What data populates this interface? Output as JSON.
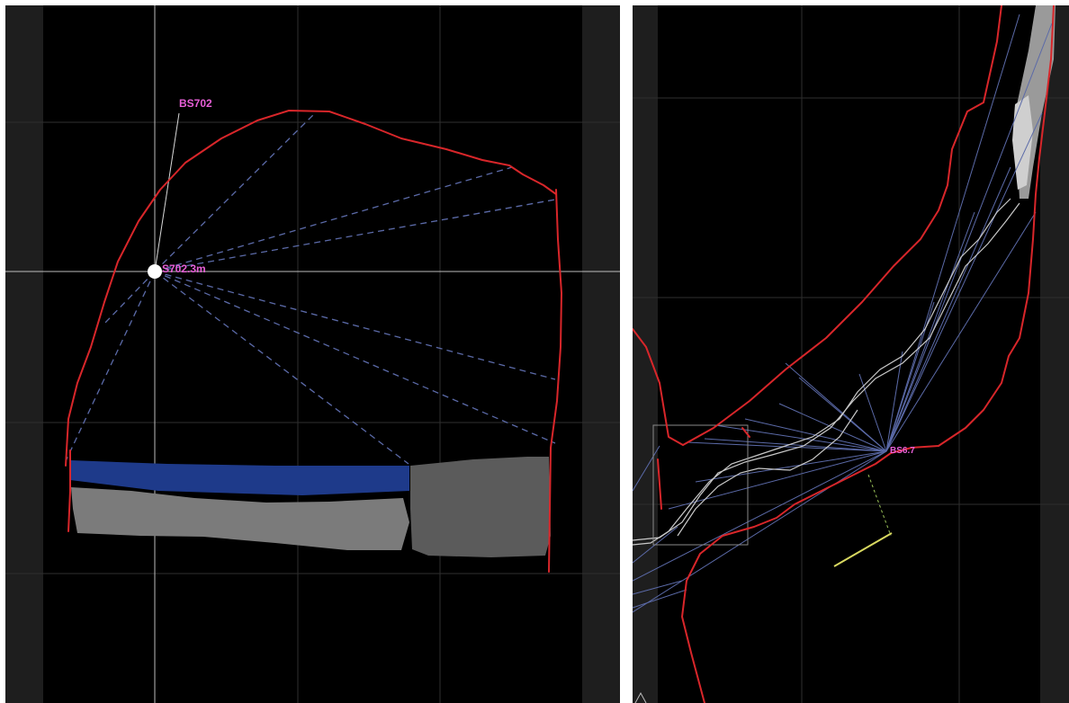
{
  "left_view": {
    "station_label": "BS702",
    "station_distance_label": "S702.3m"
  },
  "right_view": {
    "station_label": "BS6.7"
  },
  "colors": {
    "background": "#000000",
    "margin_band": "#1e1e1e",
    "grid_line": "#2f2f2f",
    "crosshair": "#d9d9d9",
    "wall_outline": "#d8262a",
    "splay_shot": "#5b6aa8",
    "water": "#1e3a8a",
    "rock": "#7b7b7b",
    "label": "#e85fd8",
    "survey_leg": "#d6d6d6",
    "north_arrow": "#d8d860"
  }
}
